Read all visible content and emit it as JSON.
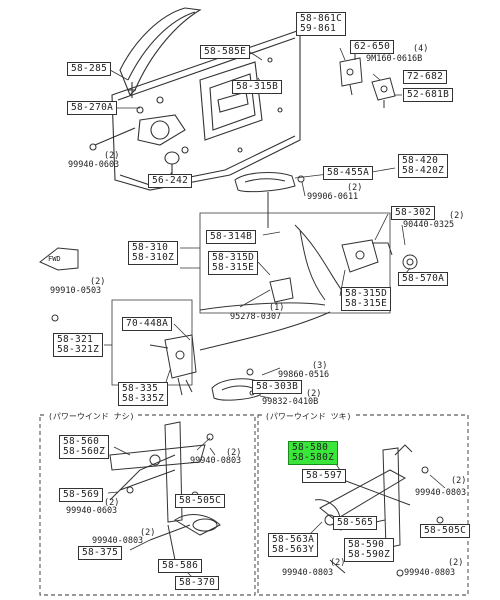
{
  "labels": {
    "l_5886": [
      "58-861C",
      "59-861"
    ],
    "l_585e": [
      "58-585E"
    ],
    "l_58285": [
      "58-285"
    ],
    "l_62650": [
      "62-650"
    ],
    "l_72682": [
      "72-682"
    ],
    "l_52681": [
      "52-681B"
    ],
    "l_58270": [
      "58-270A"
    ],
    "l_58315b": [
      "58-315B"
    ],
    "l_56242": [
      "56-242"
    ],
    "l_58455": [
      "58-455A"
    ],
    "l_58420": [
      "58-420",
      "58-420Z"
    ],
    "l_58314": [
      "58-314B"
    ],
    "l_58302": [
      "58-302"
    ],
    "l_58310": [
      "58-310",
      "58-310Z"
    ],
    "l_58315d": [
      "58-315D",
      "58-315E"
    ],
    "l_58570": [
      "58-570A"
    ],
    "l_58315d2": [
      "58-315D",
      "58-315E"
    ],
    "l_70448": [
      "70-448A"
    ],
    "l_58321": [
      "58-321",
      "58-321Z"
    ],
    "l_58335": [
      "58-335",
      "58-335Z"
    ],
    "l_58303": [
      "58-303B"
    ],
    "l_58560": [
      "58-560",
      "58-560Z"
    ],
    "l_58569": [
      "58-569"
    ],
    "l_58505c": [
      "58-505C"
    ],
    "l_58375": [
      "58-375"
    ],
    "l_58586": [
      "58-586"
    ],
    "l_58370": [
      "58-370"
    ],
    "l_58580": [
      "58-580",
      "58-580Z"
    ],
    "l_58597": [
      "58-597"
    ],
    "l_58565": [
      "58-565"
    ],
    "l_58505c2": [
      "58-505C"
    ],
    "l_58563": [
      "58-563A",
      "58-563Y"
    ],
    "l_58590": [
      "58-590",
      "58-590Z"
    ]
  },
  "plain_texts": {
    "p_4": "(4)",
    "p_9m160": "9M160-0616B",
    "p_99940a": "(2)",
    "p_99940b": "99940-0603",
    "p_2b": "(2)",
    "p_99906": "99906-0611",
    "p_2c": "(2)",
    "p_90440": "90440-0325",
    "p_2d": "(2)",
    "p_99910": "99910-0503",
    "p_2e": "(1)",
    "p_95278": "95278-0307",
    "p_3": "(3)",
    "p_99860": "99860-0516",
    "p_2f": "(2)",
    "p_99832": "99832-0410B",
    "p_2g": "(2)",
    "p_99940c": "99940-0803",
    "p_2h": "(2)",
    "p_99940d": "99940-0603",
    "p_2i": "(2)",
    "p_99940e": "99940-0803",
    "p_2j": "(2)",
    "p_99940f": "99940-0803",
    "p_2k": "(2)",
    "p_99940g": "99940-0803",
    "p_99940h": "99940-0803",
    "p_2l": "(2)"
  },
  "sections": {
    "left_title": "(パワーウインド ナシ)",
    "right_title": "(パワーウインド ツキ)"
  },
  "front_text": "FWD"
}
